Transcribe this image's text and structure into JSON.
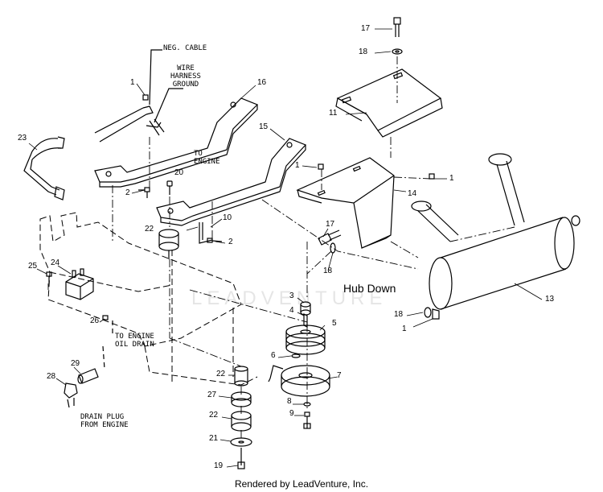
{
  "callouts": {
    "neg_cable": "NEG. CABLE",
    "wire_harness": "WIRE\nHARNESS\nGROUND",
    "to_engine_top": "TO\nENGINE",
    "to_engine_oil": "TO ENGINE\nOIL DRAIN",
    "drain_plug": "DRAIN PLUG\nFROM ENGINE",
    "hub_down": "Hub Down"
  },
  "part_numbers": {
    "p1_a": "1",
    "p16": "16",
    "p15": "15",
    "p2_a": "2",
    "p20": "20",
    "p10": "10",
    "p2_b": "2",
    "p22_a": "22",
    "p23": "23",
    "p25": "25",
    "p24": "24",
    "p26": "26",
    "p29": "29",
    "p28": "28",
    "p17_a": "17",
    "p18_a": "18",
    "p11": "11",
    "p1_b": "1",
    "p14": "14",
    "p1_c": "1",
    "p17_b": "17",
    "p18_b": "18",
    "p13": "13",
    "p3": "3",
    "p4": "4",
    "p5": "5",
    "p6": "6",
    "p7": "7",
    "p8": "8",
    "p9": "9",
    "p18_c": "18",
    "p1_d": "1",
    "p22_b": "22",
    "p27": "27",
    "p22_c": "22",
    "p21": "21",
    "p19": "19"
  },
  "watermark": "LEADVENTURE",
  "footer": "Rendered by LeadVenture, Inc."
}
